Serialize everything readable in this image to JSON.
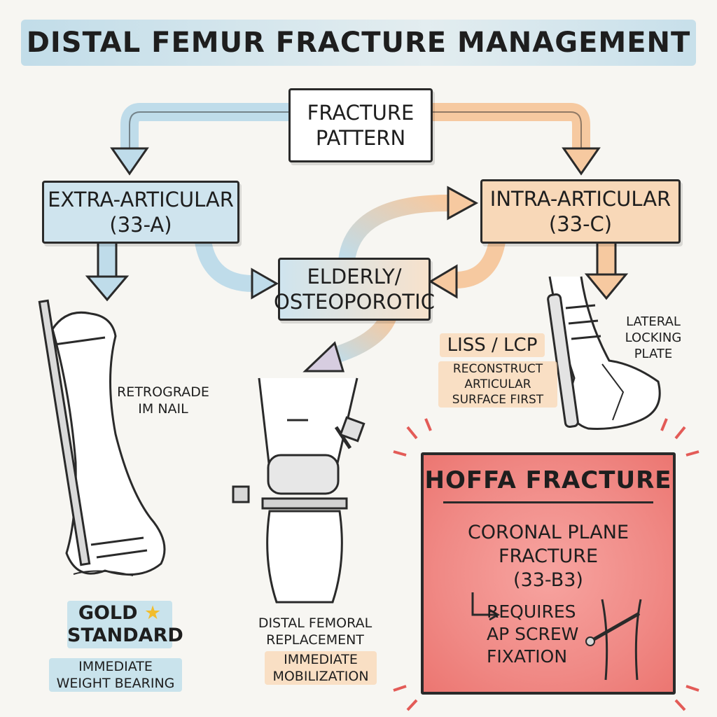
{
  "title": "DISTAL FEMUR FRACTURE MANAGEMENT",
  "nodes": {
    "fracture_pattern": [
      "FRACTURE",
      "PATTERN"
    ],
    "extra_articular": [
      "EXTRA-ARTICULAR",
      "(33-A)"
    ],
    "intra_articular": [
      "INTRA-ARTICULAR",
      "(33-C)"
    ],
    "elderly": [
      "ELDERLY/",
      "OSTEOPOROTIC"
    ]
  },
  "labels": {
    "retrograde": [
      "RETROGRADE",
      "IM NAIL"
    ],
    "gold": [
      "GOLD",
      "STANDARD"
    ],
    "immediate_weight": [
      "IMMEDIATE",
      "WEIGHT BEARING"
    ],
    "liss": "LISS / LCP",
    "reconstruct": [
      "RECONSTRUCT",
      "ARTICULAR",
      "SURFACE FIRST"
    ],
    "lateral_plate": [
      "LATERAL",
      "LOCKING",
      "PLATE"
    ],
    "dfr": [
      "DISTAL FEMORAL",
      "REPLACEMENT"
    ],
    "immediate_mob": [
      "IMMEDIATE",
      "MOBILIZATION"
    ]
  },
  "hoffa": {
    "title": "HOFFA FRACTURE",
    "desc": [
      "CORONAL PLANE",
      "FRACTURE",
      "(33-B3)"
    ],
    "req": [
      "REQUIRES",
      "AP SCREW",
      "FIXATION"
    ]
  },
  "colors": {
    "blue": "#cfe4ee",
    "orange": "#f8d8b8",
    "red": "#f08a86",
    "ink": "#2a2a2a"
  }
}
